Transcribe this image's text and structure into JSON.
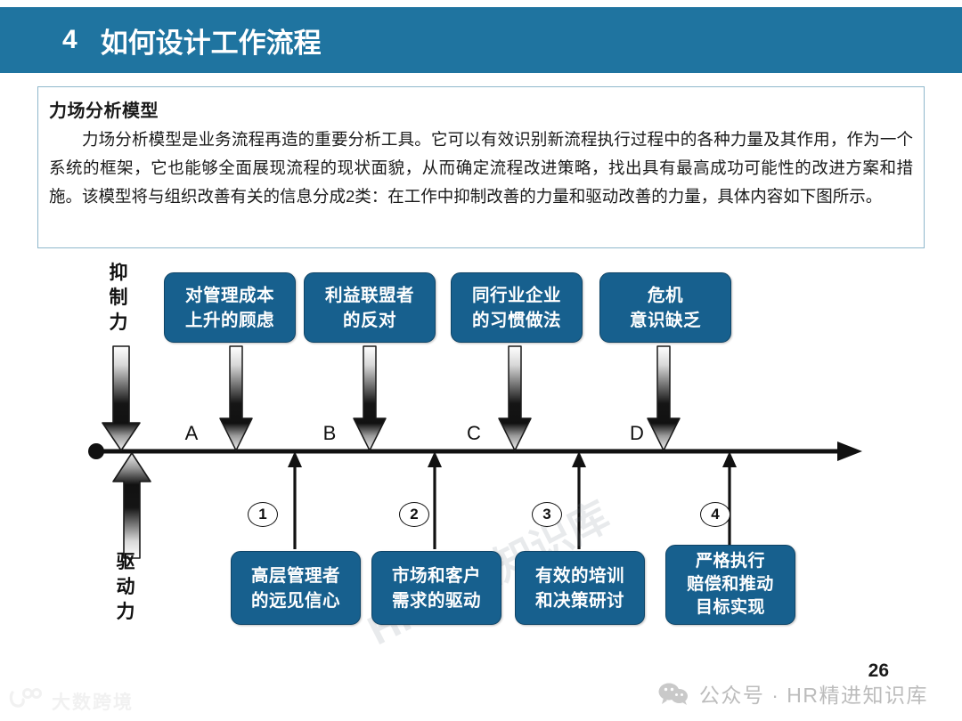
{
  "header": {
    "number": "4",
    "title": "如何设计工作流程",
    "bar_color": "#1f74a0"
  },
  "panel": {
    "title": "力场分析模型",
    "body": "力场分析模型是业务流程再造的重要分析工具。它可以有效识别新流程执行过程中的各种力量及其作用，作为一个系统的框架，它也能够全面展现流程的现状面貌，从而确定流程改进策略，找出具有最高成功可能性的改进方案和措施。该模型将与组织改善有关的信息分成2类：在工作中抑制改善的力量和驱动改善的力量，具体内容如下图所示。",
    "border_color": "#8fb8cc"
  },
  "diagram": {
    "restraining_label": "抑\n制\n力",
    "driving_label": "驱\n动\n力",
    "box_color": "#17608e",
    "axis_letters": [
      "A",
      "B",
      "C",
      "D"
    ],
    "circled_numbers": [
      "1",
      "2",
      "3",
      "4"
    ],
    "restraining_forces": [
      {
        "lines": [
          "对管理成本",
          "上升的顾虑"
        ]
      },
      {
        "lines": [
          "利益联盟者",
          "的反对"
        ]
      },
      {
        "lines": [
          "同行业企业",
          "的习惯做法"
        ]
      },
      {
        "lines": [
          "危机",
          "意识缺乏"
        ]
      }
    ],
    "driving_forces": [
      {
        "lines": [
          "高层管理者",
          "的远见信心"
        ]
      },
      {
        "lines": [
          "市场和客户",
          "需求的驱动"
        ]
      },
      {
        "lines": [
          "有效的培训",
          "和决策研讨"
        ]
      },
      {
        "lines": [
          "严格执行",
          "赔偿和推动",
          "目标实现"
        ]
      }
    ]
  },
  "footer": {
    "page_number": "26",
    "brand": "公众号 · HR精进知识库",
    "corner_watermark": "大数跨境",
    "diagonal_watermark": "HR精进知识库"
  }
}
